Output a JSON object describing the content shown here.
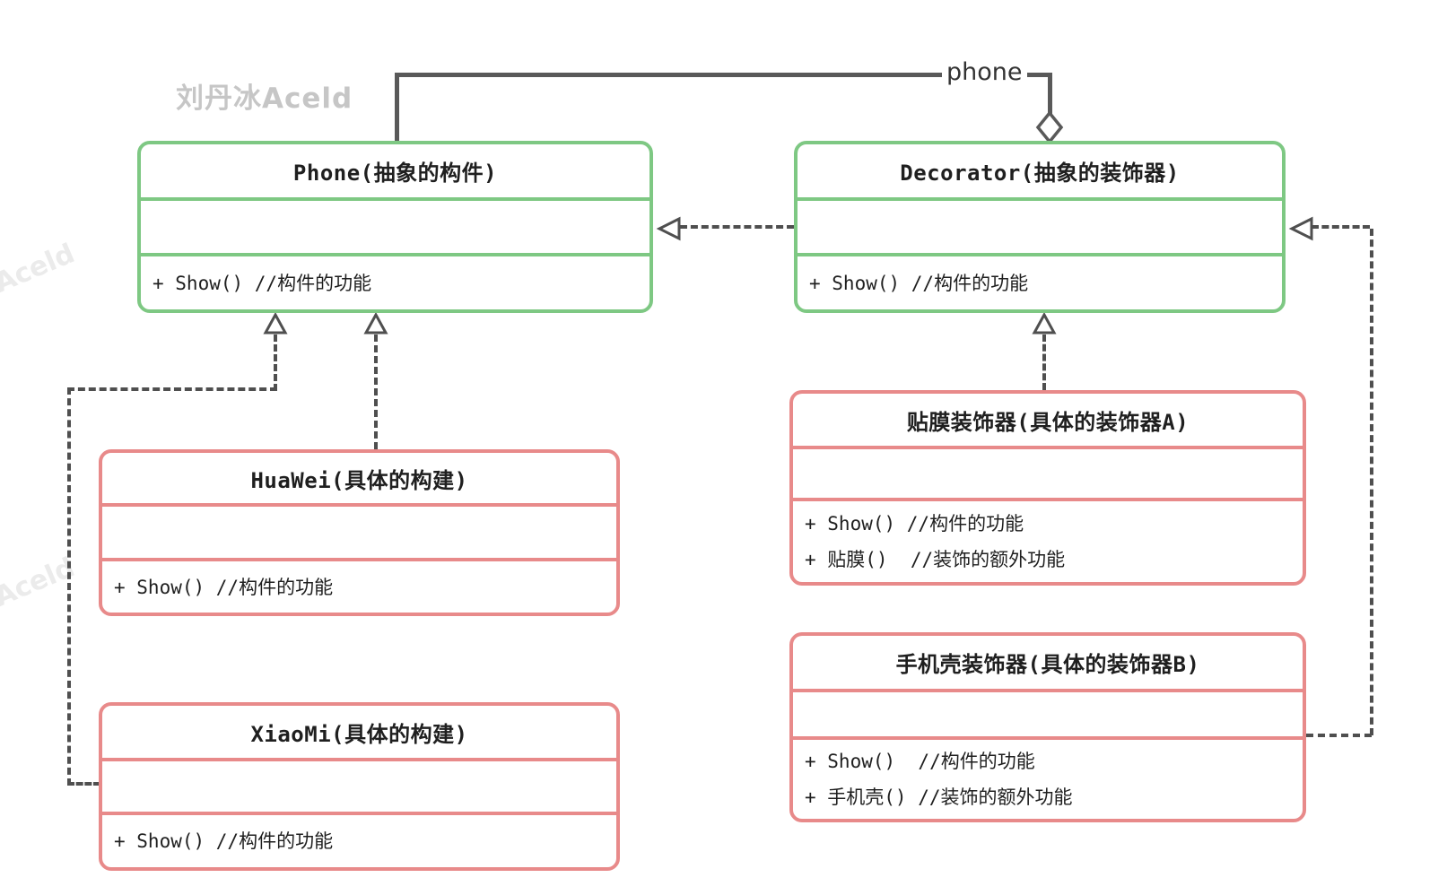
{
  "watermark": {
    "main": "刘丹冰Aceld",
    "side": "Aceld"
  },
  "association_label": "phone",
  "colors": {
    "abstract_border": "#7ec883",
    "concrete_border": "#e88a8a",
    "line": "#4f4f4f",
    "text": "#1f1f1f"
  },
  "classes": [
    {
      "id": "phone",
      "title": "Phone(抽象的构件)",
      "methods": [
        "+ Show() //构件的功能"
      ]
    },
    {
      "id": "decorator",
      "title": "Decorator(抽象的装饰器)",
      "methods": [
        "+ Show() //构件的功能"
      ]
    },
    {
      "id": "huawei",
      "title": "HuaWei(具体的构建)",
      "methods": [
        "+ Show() //构件的功能"
      ]
    },
    {
      "id": "xiaomi",
      "title": "XiaoMi(具体的构建)",
      "methods": [
        "+ Show() //构件的功能"
      ]
    },
    {
      "id": "decorator-a",
      "title": "贴膜装饰器(具体的装饰器A)",
      "methods": [
        "+ Show() //构件的功能",
        "+ 贴膜()  //装饰的额外功能"
      ]
    },
    {
      "id": "decorator-b",
      "title": "手机壳装饰器(具体的装饰器B)",
      "methods": [
        "+ Show()  //构件的功能",
        "+ 手机壳() //装饰的额外功能"
      ]
    }
  ],
  "relationships": [
    {
      "from": "decorator",
      "to": "phone",
      "type": "aggregation",
      "label": "phone"
    },
    {
      "from": "decorator",
      "to": "phone",
      "type": "dependency-dashed"
    },
    {
      "from": "huawei",
      "to": "phone",
      "type": "realization-dashed"
    },
    {
      "from": "xiaomi",
      "to": "phone",
      "type": "realization-dashed"
    },
    {
      "from": "decorator-a",
      "to": "decorator",
      "type": "realization-dashed"
    },
    {
      "from": "decorator-b",
      "to": "decorator",
      "type": "realization-dashed"
    }
  ]
}
